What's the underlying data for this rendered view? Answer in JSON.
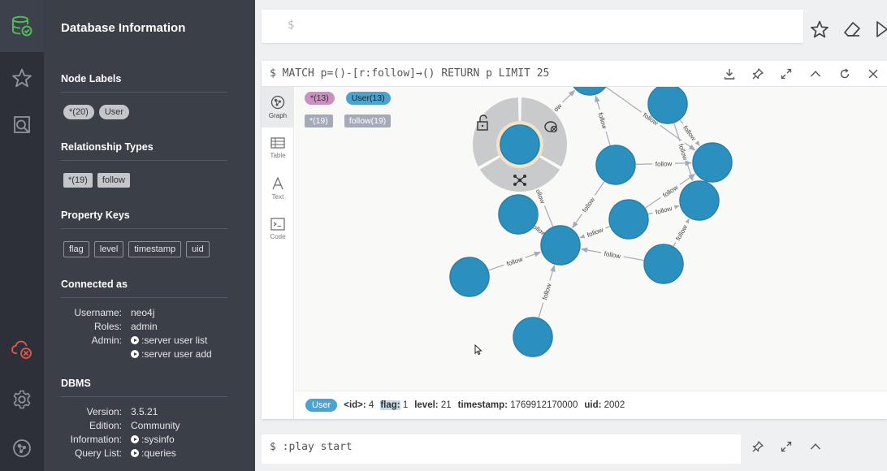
{
  "drawer": {
    "title": "Database Information",
    "node_labels": {
      "title": "Node Labels",
      "items": [
        "*(20)",
        "User"
      ]
    },
    "relationship_types": {
      "title": "Relationship Types",
      "items": [
        "*(19)",
        "follow"
      ]
    },
    "property_keys": {
      "title": "Property Keys",
      "items": [
        "flag",
        "level",
        "timestamp",
        "uid"
      ]
    },
    "connected_as": {
      "title": "Connected as",
      "username_key": "Username:",
      "username": "neo4j",
      "roles_key": "Roles:",
      "roles": "admin",
      "admin_key": "Admin:",
      "admin_cmd1": ":server user list",
      "admin_cmd2": ":server user add"
    },
    "dbms": {
      "title": "DBMS",
      "version_key": "Version:",
      "version": "3.5.21",
      "edition_key": "Edition:",
      "edition": "Community",
      "information_key": "Information:",
      "information": ":sysinfo",
      "querylist_key": "Query List:",
      "querylist": ":queries"
    }
  },
  "editor": {
    "prompt": "$"
  },
  "frame": {
    "query": "$ MATCH p=()-[r:follow]→() RETURN p LIMIT 25",
    "tabs": [
      "Graph",
      "Table",
      "Text",
      "Code"
    ],
    "legend": {
      "labels": [
        {
          "text": "*(13)",
          "bg": "#c990c0",
          "fg": "#333333"
        },
        {
          "text": "User(13)",
          "bg": "#4ba3cf",
          "fg": "#222222"
        }
      ],
      "rels": [
        "*(19)",
        "follow(19)"
      ]
    },
    "edge_label": "follow",
    "status": {
      "badge": "User",
      "id_key": "<id>:",
      "id_val": "4",
      "flag_key": "flag:",
      "flag_val": "1",
      "level_key": "level:",
      "level_val": "21",
      "timestamp_key": "timestamp:",
      "timestamp_val": "1769912170000",
      "uid_key": "uid:",
      "uid_val": "2002"
    }
  },
  "frame2": {
    "query": "$ :play start"
  },
  "colors": {
    "node": "#2b90bd",
    "node_stroke": "#2c7fa8",
    "accent": "#53b85a",
    "error": "#e05a4f"
  }
}
